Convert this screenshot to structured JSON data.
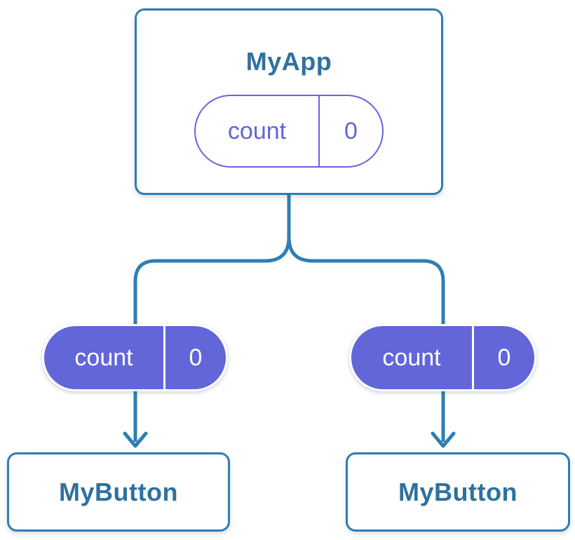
{
  "diagram": {
    "type": "component-tree",
    "colors": {
      "connector_line": "#2e7eb2",
      "card_border": "#2e7eb2",
      "card_text": "#2e719f",
      "purple_accent": "#6266d9",
      "pill_light_text": "#ffffff",
      "background": "#ffffff"
    },
    "root": {
      "title": "MyApp",
      "state": {
        "name": "count",
        "value": "0"
      }
    },
    "edges": [
      {
        "prop": {
          "name": "count",
          "value": "0"
        }
      },
      {
        "prop": {
          "name": "count",
          "value": "0"
        }
      }
    ],
    "children": [
      {
        "title": "MyButton"
      },
      {
        "title": "MyButton"
      }
    ]
  }
}
